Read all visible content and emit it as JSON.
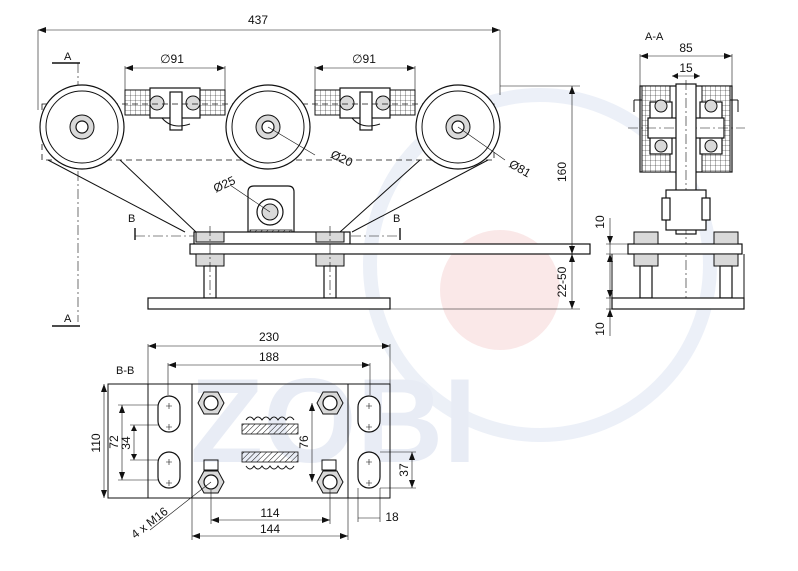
{
  "watermark": {
    "text": "ZOBI",
    "color": "#c9d4ea",
    "accent": "#f5c7c7"
  },
  "section_labels": {
    "aa_top": "A-A",
    "a_top": "A",
    "a_bottom": "A",
    "b_left": "B",
    "b_right": "B",
    "bb": "B-B"
  },
  "dimensions": {
    "overall_length": "437",
    "roller_diameter_left": "∅91",
    "roller_diameter_right": "∅91",
    "wheel_axle": "Ø20",
    "wheel_diameter": "Ø81",
    "pin_diameter": "Ø25",
    "height_total": "160",
    "height_mount": "22-50",
    "aa_width": "85",
    "aa_inner": "15",
    "aa_plate": "10",
    "aa_base": "10",
    "plate_width": "230",
    "hole_spacing_outer": "188",
    "plate_height": "110",
    "slot_72": "72",
    "slot_34": "34",
    "bolt_76": "76",
    "slot_37": "37",
    "slot_18": "18",
    "bolt_114": "114",
    "bolt_144": "144",
    "bolts": "4 x M16"
  },
  "colors": {
    "line": "#111111",
    "fill": "#d9d9d9"
  }
}
